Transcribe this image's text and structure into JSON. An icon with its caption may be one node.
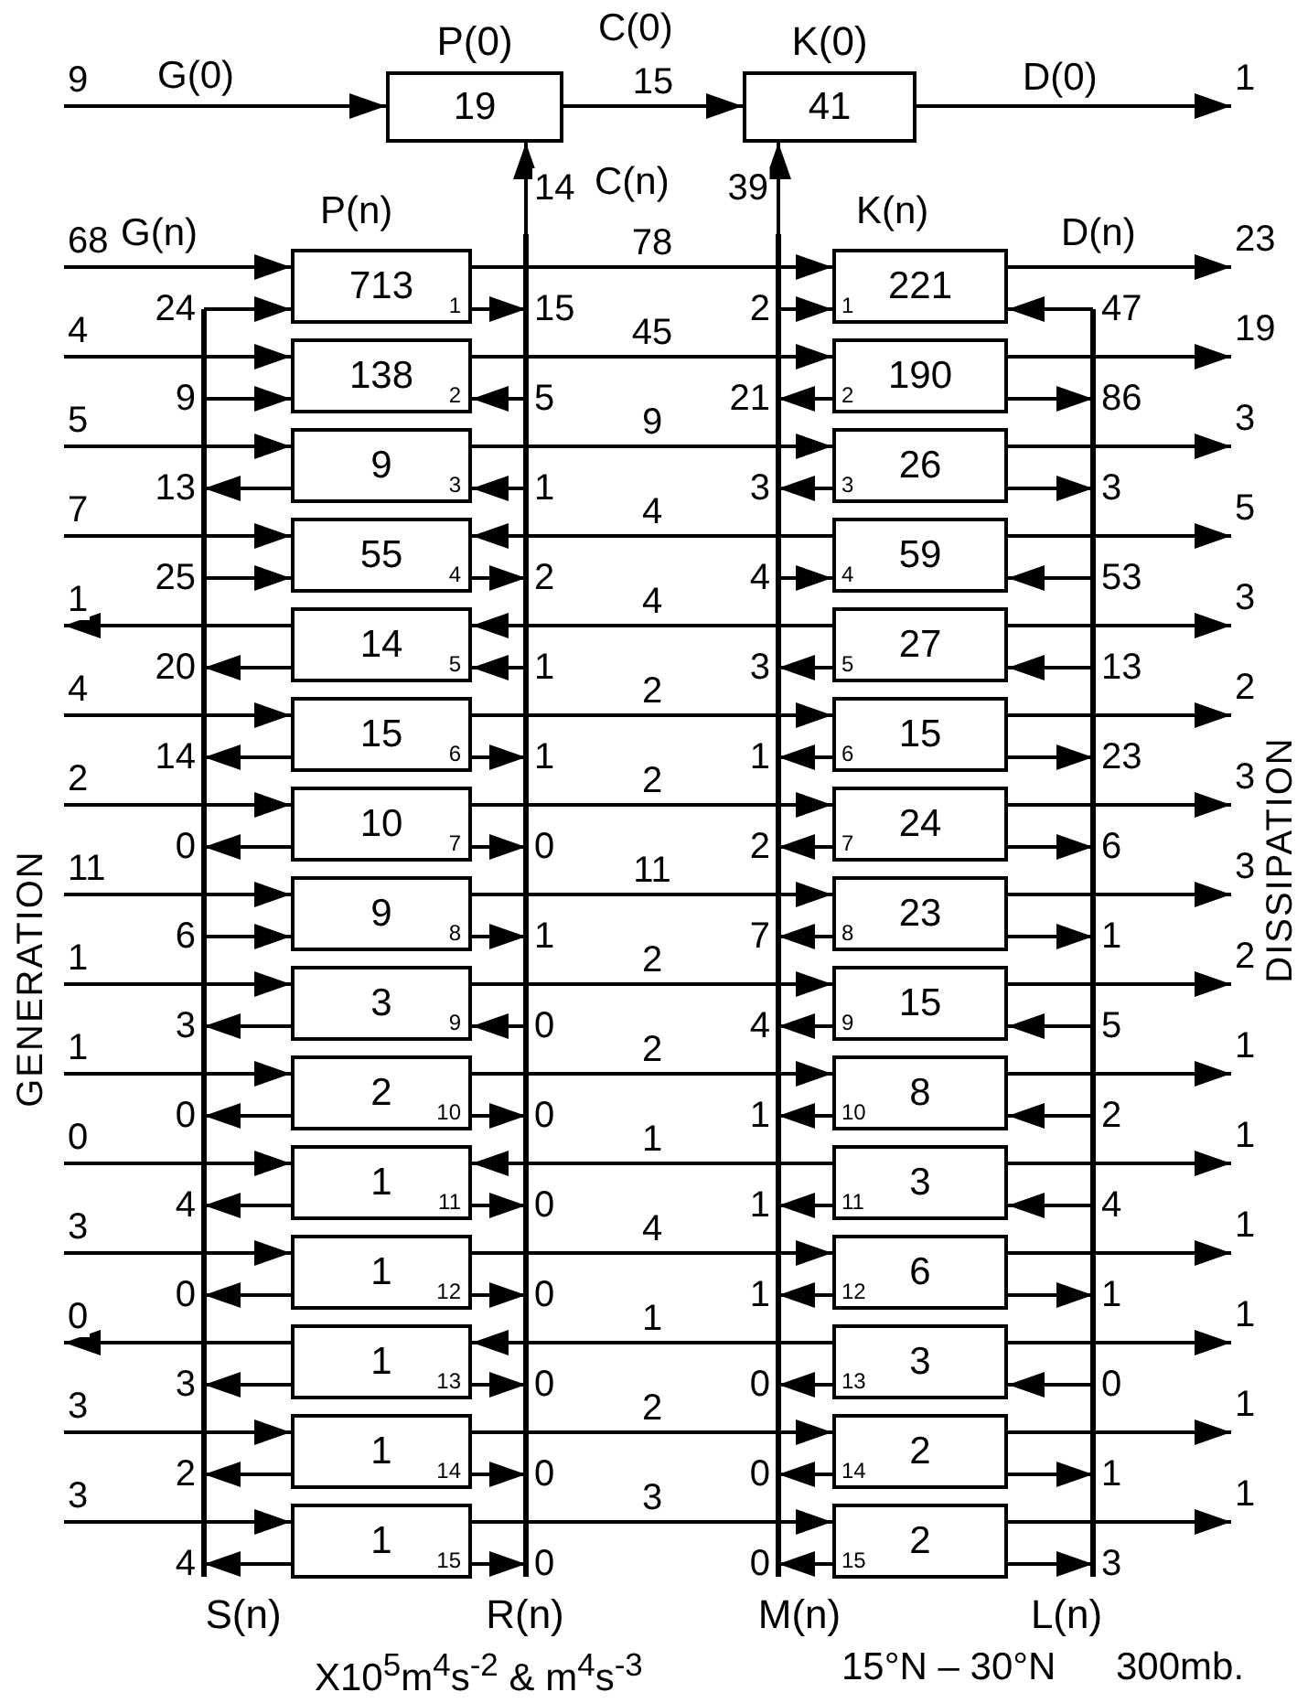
{
  "diagram": {
    "nodes": [
      {
        "text": [
          "P(0)",
          "19"
        ]
      },
      {
        "text": [
          "K(0)",
          "41"
        ]
      },
      {
        "text": [
          "713",
          "1"
        ]
      },
      {
        "text": [
          "138",
          "2"
        ]
      },
      {
        "text": [
          "9",
          "3"
        ]
      },
      {
        "text": [
          "55",
          "4"
        ]
      },
      {
        "text": [
          "14",
          "5"
        ]
      },
      {
        "text": [
          "15",
          "6"
        ]
      },
      {
        "text": [
          "10",
          "7"
        ]
      },
      {
        "text": [
          "9",
          "8"
        ]
      },
      {
        "text": [
          "3",
          "9"
        ]
      },
      {
        "text": [
          "2",
          "10"
        ]
      },
      {
        "text": [
          "1",
          "11"
        ]
      },
      {
        "text": [
          "1",
          "12"
        ]
      },
      {
        "text": [
          "1",
          "13"
        ]
      },
      {
        "text": [
          "1",
          "14"
        ]
      },
      {
        "text": [
          "1",
          "15"
        ]
      },
      {
        "text": [
          "221",
          "1"
        ]
      },
      {
        "text": [
          "190",
          "2"
        ]
      },
      {
        "text": [
          "26",
          "3"
        ]
      },
      {
        "text": [
          "59",
          "4"
        ]
      },
      {
        "text": [
          "27",
          "5"
        ]
      },
      {
        "text": [
          "15",
          "6"
        ]
      },
      {
        "text": [
          "24",
          "7"
        ]
      },
      {
        "text": [
          "23",
          "8"
        ]
      },
      {
        "text": [
          "15",
          "9"
        ]
      },
      {
        "text": [
          "8",
          "10"
        ]
      },
      {
        "text": [
          "3",
          "11"
        ]
      },
      {
        "text": [
          "6",
          "12"
        ]
      },
      {
        "text": [
          "3",
          "13"
        ]
      },
      {
        "text": [
          "2",
          "14"
        ]
      },
      {
        "text": [
          "2",
          "15"
        ]
      },
      {
        "text": [
          "S(n)"
        ]
      },
      {
        "text": [
          "R(n)"
        ]
      },
      {
        "text": [
          "M(n)"
        ]
      },
      {
        "text": [
          "L(n)"
        ]
      }
    ],
    "edges": [
      {
        "from": null,
        "to": 0,
        "arrow": "to",
        "label": "9"
      },
      {
        "from": 0,
        "to": 1,
        "arrow": "to",
        "label": "15"
      },
      {
        "from": 1,
        "to": null,
        "arrow": "to",
        "label": "1"
      },
      {
        "from": 33,
        "to": 0,
        "arrow": "to",
        "label": "14"
      },
      {
        "from": 34,
        "to": 1,
        "arrow": "to",
        "label": "39"
      },
      {
        "from": null,
        "to": 2,
        "arrow": "to",
        "label": "68"
      },
      {
        "from": 32,
        "to": 2,
        "arrow": "to",
        "label": "24"
      },
      {
        "from": 2,
        "to": 33,
        "arrow": "to",
        "label": "15"
      },
      {
        "from": 2,
        "to": 17,
        "arrow": "to",
        "label": "78"
      },
      {
        "from": 34,
        "to": 17,
        "arrow": "to",
        "label": "2"
      },
      {
        "from": 35,
        "to": 17,
        "arrow": "to",
        "label": "47"
      },
      {
        "from": 17,
        "to": null,
        "arrow": "to",
        "label": "23"
      },
      {
        "from": null,
        "to": 3,
        "arrow": "to",
        "label": "4"
      },
      {
        "from": 32,
        "to": 3,
        "arrow": "to",
        "label": "9"
      },
      {
        "from": 33,
        "to": 3,
        "arrow": "to",
        "label": "5"
      },
      {
        "from": 3,
        "to": 18,
        "arrow": "to",
        "label": "45"
      },
      {
        "from": 18,
        "to": 34,
        "arrow": "to",
        "label": "21"
      },
      {
        "from": 18,
        "to": 35,
        "arrow": "to",
        "label": "86"
      },
      {
        "from": 18,
        "to": null,
        "arrow": "to",
        "label": "19"
      },
      {
        "from": null,
        "to": 4,
        "arrow": "to",
        "label": "5"
      },
      {
        "from": 4,
        "to": 32,
        "arrow": "to",
        "label": "13"
      },
      {
        "from": 33,
        "to": 4,
        "arrow": "to",
        "label": "1"
      },
      {
        "from": 4,
        "to": 19,
        "arrow": "to",
        "label": "9"
      },
      {
        "from": 19,
        "to": 34,
        "arrow": "to",
        "label": "3"
      },
      {
        "from": 19,
        "to": 35,
        "arrow": "to",
        "label": "3"
      },
      {
        "from": 19,
        "to": null,
        "arrow": "to",
        "label": "3"
      },
      {
        "from": null,
        "to": 5,
        "arrow": "to",
        "label": "7"
      },
      {
        "from": 32,
        "to": 5,
        "arrow": "to",
        "label": "25"
      },
      {
        "from": 5,
        "to": 33,
        "arrow": "to",
        "label": "2"
      },
      {
        "from": 20,
        "to": 5,
        "arrow": "to",
        "label": "4"
      },
      {
        "from": 34,
        "to": 20,
        "arrow": "to",
        "label": "4"
      },
      {
        "from": 35,
        "to": 20,
        "arrow": "to",
        "label": "53"
      },
      {
        "from": 20,
        "to": null,
        "arrow": "to",
        "label": "5"
      },
      {
        "from": 6,
        "to": null,
        "arrow": "to",
        "label": "1"
      },
      {
        "from": 6,
        "to": 32,
        "arrow": "to",
        "label": "20"
      },
      {
        "from": 33,
        "to": 6,
        "arrow": "to",
        "label": "1"
      },
      {
        "from": 21,
        "to": 6,
        "arrow": "to",
        "label": "4"
      },
      {
        "from": 21,
        "to": 34,
        "arrow": "to",
        "label": "3"
      },
      {
        "from": 35,
        "to": 21,
        "arrow": "to",
        "label": "13"
      },
      {
        "from": 21,
        "to": null,
        "arrow": "to",
        "label": "3"
      },
      {
        "from": null,
        "to": 7,
        "arrow": "to",
        "label": "4"
      },
      {
        "from": 7,
        "to": 32,
        "arrow": "to",
        "label": "14"
      },
      {
        "from": 7,
        "to": 33,
        "arrow": "to",
        "label": "1"
      },
      {
        "from": 7,
        "to": 22,
        "arrow": "to",
        "label": "2"
      },
      {
        "from": 22,
        "to": 34,
        "arrow": "to",
        "label": "1"
      },
      {
        "from": 22,
        "to": 35,
        "arrow": "to",
        "label": "23"
      },
      {
        "from": 22,
        "to": null,
        "arrow": "to",
        "label": "2"
      },
      {
        "from": null,
        "to": 8,
        "arrow": "to",
        "label": "2"
      },
      {
        "from": 8,
        "to": 32,
        "arrow": "to",
        "label": "0"
      },
      {
        "from": 8,
        "to": 33,
        "arrow": "to",
        "label": "0"
      },
      {
        "from": 8,
        "to": 23,
        "arrow": "to",
        "label": "2"
      },
      {
        "from": 23,
        "to": 34,
        "arrow": "to",
        "label": "2"
      },
      {
        "from": 23,
        "to": 35,
        "arrow": "to",
        "label": "6"
      },
      {
        "from": 23,
        "to": null,
        "arrow": "to",
        "label": "3"
      },
      {
        "from": null,
        "to": 9,
        "arrow": "to",
        "label": "11"
      },
      {
        "from": 32,
        "to": 9,
        "arrow": "to",
        "label": "6"
      },
      {
        "from": 9,
        "to": 33,
        "arrow": "to",
        "label": "1"
      },
      {
        "from": 9,
        "to": 24,
        "arrow": "to",
        "label": "11"
      },
      {
        "from": 24,
        "to": 34,
        "arrow": "to",
        "label": "7"
      },
      {
        "from": 24,
        "to": 35,
        "arrow": "to",
        "label": "1"
      },
      {
        "from": 24,
        "to": null,
        "arrow": "to",
        "label": "3"
      },
      {
        "from": null,
        "to": 10,
        "arrow": "to",
        "label": "1"
      },
      {
        "from": 10,
        "to": 32,
        "arrow": "to",
        "label": "3"
      },
      {
        "from": 33,
        "to": 10,
        "arrow": "to",
        "label": "0"
      },
      {
        "from": 10,
        "to": 25,
        "arrow": "to",
        "label": "2"
      },
      {
        "from": 25,
        "to": 34,
        "arrow": "to",
        "label": "4"
      },
      {
        "from": 35,
        "to": 25,
        "arrow": "to",
        "label": "5"
      },
      {
        "from": 25,
        "to": null,
        "arrow": "to",
        "label": "2"
      },
      {
        "from": null,
        "to": 11,
        "arrow": "to",
        "label": "1"
      },
      {
        "from": 11,
        "to": 32,
        "arrow": "to",
        "label": "0"
      },
      {
        "from": 11,
        "to": 33,
        "arrow": "to",
        "label": "0"
      },
      {
        "from": 11,
        "to": 26,
        "arrow": "to",
        "label": "2"
      },
      {
        "from": 26,
        "to": 34,
        "arrow": "to",
        "label": "1"
      },
      {
        "from": 35,
        "to": 26,
        "arrow": "to",
        "label": "2"
      },
      {
        "from": 26,
        "to": null,
        "arrow": "to",
        "label": "1"
      },
      {
        "from": null,
        "to": 12,
        "arrow": "to",
        "label": "0"
      },
      {
        "from": 12,
        "to": 32,
        "arrow": "to",
        "label": "4"
      },
      {
        "from": 12,
        "to": 33,
        "arrow": "to",
        "label": "0"
      },
      {
        "from": 27,
        "to": 12,
        "arrow": "to",
        "label": "1"
      },
      {
        "from": 27,
        "to": 34,
        "arrow": "to",
        "label": "1"
      },
      {
        "from": 35,
        "to": 27,
        "arrow": "to",
        "label": "4"
      },
      {
        "from": 27,
        "to": null,
        "arrow": "to",
        "label": "1"
      },
      {
        "from": null,
        "to": 13,
        "arrow": "to",
        "label": "3"
      },
      {
        "from": 13,
        "to": 32,
        "arrow": "to",
        "label": "0"
      },
      {
        "from": 13,
        "to": 33,
        "arrow": "to",
        "label": "0"
      },
      {
        "from": 13,
        "to": 28,
        "arrow": "to",
        "label": "4"
      },
      {
        "from": 28,
        "to": 34,
        "arrow": "to",
        "label": "1"
      },
      {
        "from": 28,
        "to": 35,
        "arrow": "to",
        "label": "1"
      },
      {
        "from": 28,
        "to": null,
        "arrow": "to",
        "label": "1"
      },
      {
        "from": 14,
        "to": null,
        "arrow": "to",
        "label": "0"
      },
      {
        "from": 14,
        "to": 32,
        "arrow": "to",
        "label": "3"
      },
      {
        "from": 14,
        "to": 33,
        "arrow": "to",
        "label": "0"
      },
      {
        "from": 29,
        "to": 14,
        "arrow": "to",
        "label": "1"
      },
      {
        "from": 29,
        "to": 34,
        "arrow": "to",
        "label": "0"
      },
      {
        "from": 35,
        "to": 29,
        "arrow": "to",
        "label": "0"
      },
      {
        "from": 29,
        "to": null,
        "arrow": "to",
        "label": "1"
      },
      {
        "from": null,
        "to": 15,
        "arrow": "to",
        "label": "3"
      },
      {
        "from": 15,
        "to": 32,
        "arrow": "to",
        "label": "2"
      },
      {
        "from": 15,
        "to": 33,
        "arrow": "to",
        "label": "0"
      },
      {
        "from": 15,
        "to": 30,
        "arrow": "to",
        "label": "2"
      },
      {
        "from": 30,
        "to": 34,
        "arrow": "to",
        "label": "0"
      },
      {
        "from": 30,
        "to": 35,
        "arrow": "to",
        "label": "1"
      },
      {
        "from": 30,
        "to": null,
        "arrow": "to",
        "label": "1"
      },
      {
        "from": null,
        "to": 16,
        "arrow": "to",
        "label": "3"
      },
      {
        "from": 16,
        "to": 32,
        "arrow": "to",
        "label": "4"
      },
      {
        "from": 16,
        "to": 33,
        "arrow": "to",
        "label": "0"
      },
      {
        "from": 16,
        "to": 31,
        "arrow": "to",
        "label": "3"
      },
      {
        "from": 31,
        "to": 34,
        "arrow": "to",
        "label": "0"
      },
      {
        "from": 31,
        "to": 35,
        "arrow": "to",
        "label": "3"
      },
      {
        "from": 31,
        "to": null,
        "arrow": "to",
        "label": "1"
      }
    ],
    "labels": [
      "G(0)",
      "C(0)",
      "D(0)",
      "G(n)",
      "P(n)",
      "C(n)",
      "K(n)",
      "D(n)",
      "GENERATION",
      "DISSIPATION",
      "X10$^{5}$m$^{4}$s$^{-2}$ & m$^{4}$s$^{-3}$",
      "15°N – 30°N",
      "300mb."
    ]
  }
}
